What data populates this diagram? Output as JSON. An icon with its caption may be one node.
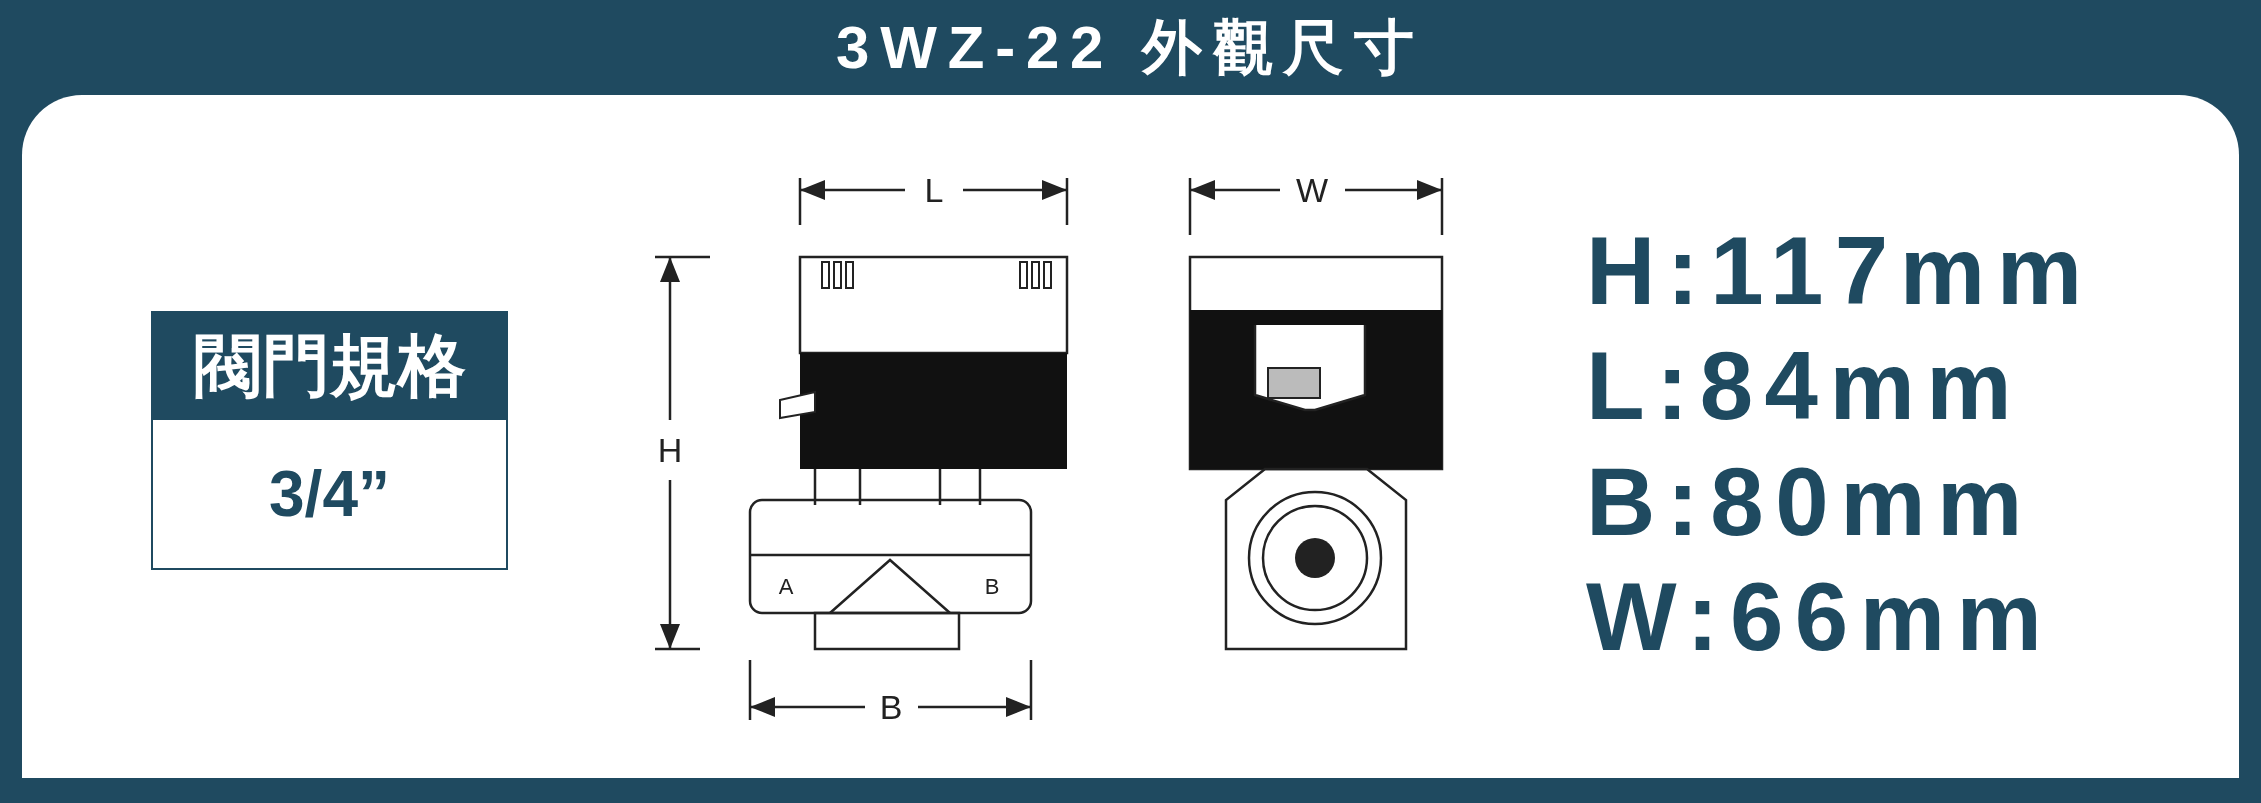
{
  "diagram": {
    "title": "3WZ-22 外觀尺寸",
    "nodes": [
      {
        "text": [
          "閥門規格"
        ]
      },
      {
        "text": [
          "3/4”"
        ]
      }
    ],
    "edges": [],
    "labels": [
      "L",
      "W",
      "H",
      "A",
      "B",
      "B",
      "H:117mm",
      "L:84mm",
      "B:80mm",
      "W:66mm"
    ]
  }
}
